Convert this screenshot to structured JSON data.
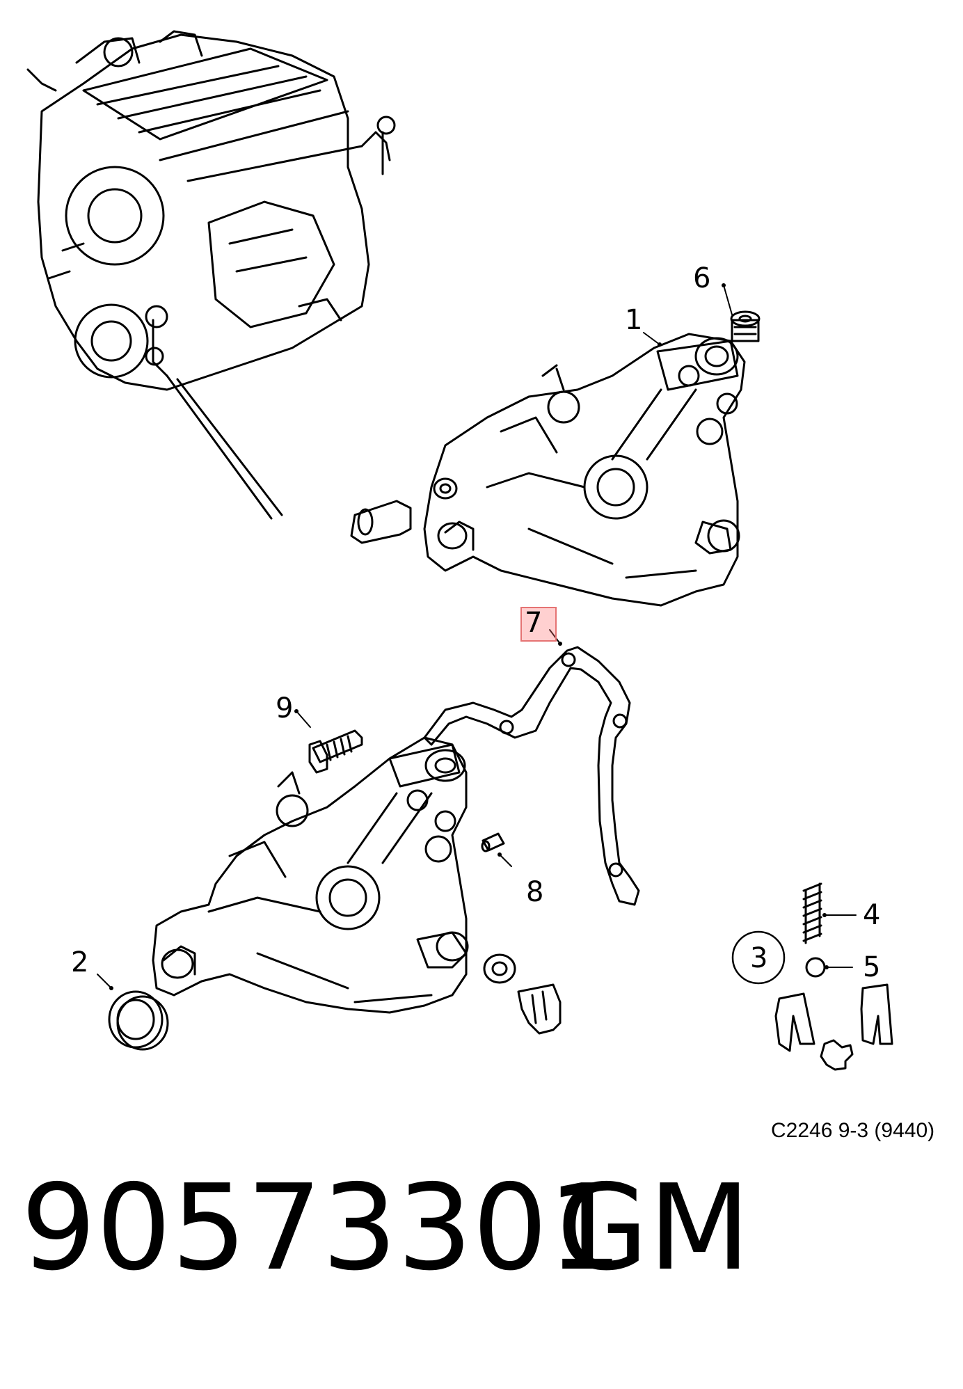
{
  "callouts": {
    "c1": "1",
    "c2": "2",
    "c3": "3",
    "c4": "4",
    "c5": "5",
    "c6": "6",
    "c7": "7",
    "c8": "8",
    "c9": "9"
  },
  "reference_code": "C2246 9-3 (9440)",
  "part_number": "90573301",
  "brand": "GM",
  "highlight_color": "#e57373"
}
